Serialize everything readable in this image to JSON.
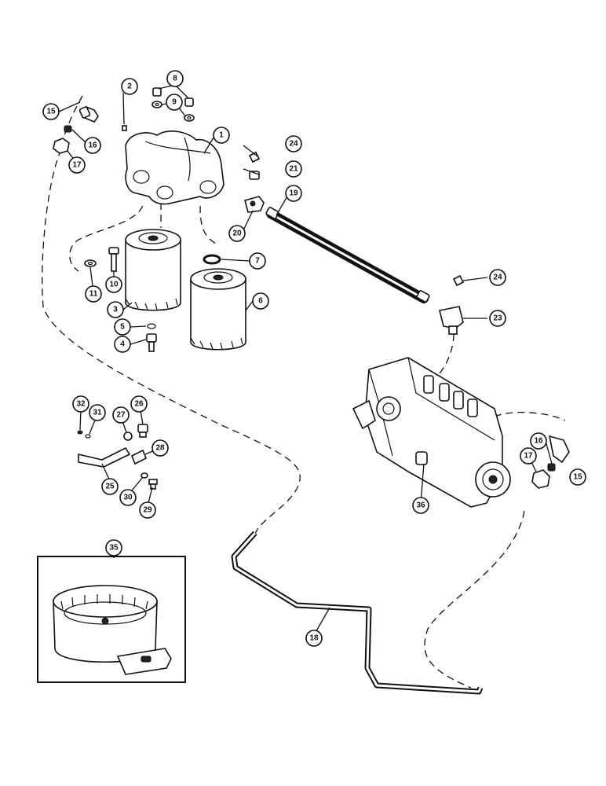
{
  "diagram": {
    "callouts": [
      {
        "id": "c1",
        "text": "1"
      },
      {
        "id": "c2",
        "text": "2"
      },
      {
        "id": "c3",
        "text": "3"
      },
      {
        "id": "c4",
        "text": "4"
      },
      {
        "id": "c5",
        "text": "5"
      },
      {
        "id": "c6",
        "text": "6"
      },
      {
        "id": "c7",
        "text": "7"
      },
      {
        "id": "c8",
        "text": "8"
      },
      {
        "id": "c9",
        "text": "9"
      },
      {
        "id": "c10",
        "text": "10"
      },
      {
        "id": "c11",
        "text": "11"
      },
      {
        "id": "c15a",
        "text": "15"
      },
      {
        "id": "c15b",
        "text": "15"
      },
      {
        "id": "c16a",
        "text": "16"
      },
      {
        "id": "c16b",
        "text": "16"
      },
      {
        "id": "c17a",
        "text": "17"
      },
      {
        "id": "c17b",
        "text": "17"
      },
      {
        "id": "c18",
        "text": "18"
      },
      {
        "id": "c19",
        "text": "19"
      },
      {
        "id": "c20",
        "text": "20"
      },
      {
        "id": "c21",
        "text": "21"
      },
      {
        "id": "c23",
        "text": "23"
      },
      {
        "id": "c24a",
        "text": "24"
      },
      {
        "id": "c24b",
        "text": "24"
      },
      {
        "id": "c25",
        "text": "25"
      },
      {
        "id": "c26",
        "text": "26"
      },
      {
        "id": "c27",
        "text": "27"
      },
      {
        "id": "c28",
        "text": "28"
      },
      {
        "id": "c29",
        "text": "29"
      },
      {
        "id": "c30",
        "text": "30"
      },
      {
        "id": "c31",
        "text": "31"
      },
      {
        "id": "c32",
        "text": "32"
      },
      {
        "id": "c35",
        "text": "35"
      },
      {
        "id": "c36",
        "text": "36"
      }
    ]
  }
}
